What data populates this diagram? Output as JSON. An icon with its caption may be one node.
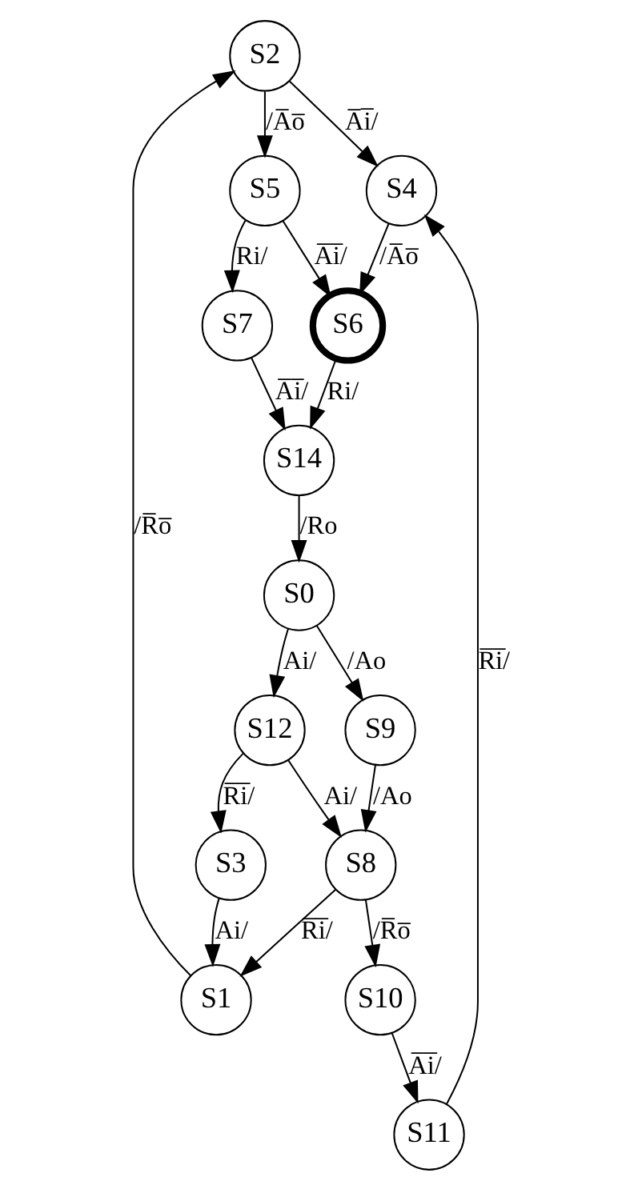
{
  "diagram": {
    "nodes": [
      {
        "text": [
          "S2"
        ]
      },
      {
        "text": [
          "S5"
        ]
      },
      {
        "text": [
          "S4"
        ]
      },
      {
        "text": [
          "S7"
        ]
      },
      {
        "text": [
          "S6"
        ]
      },
      {
        "text": [
          "S11"
        ]
      },
      {
        "text": [
          "S14"
        ]
      },
      {
        "text": [
          "S0"
        ]
      },
      {
        "text": [
          "S12"
        ]
      },
      {
        "text": [
          "S9"
        ]
      },
      {
        "text": [
          "S10"
        ]
      },
      {
        "text": [
          "S3"
        ]
      },
      {
        "text": [
          "S8"
        ]
      },
      {
        "text": [
          "S1"
        ]
      }
    ],
    "edges": [
      {
        "from": 0,
        "to": 1,
        "arrow": "to",
        "label": "/A̅o̅"
      },
      {
        "from": 0,
        "to": 2,
        "arrow": "to",
        "label": "A̅i̅/"
      },
      {
        "from": 1,
        "to": 3,
        "arrow": "to",
        "label": "Ri/"
      },
      {
        "from": 1,
        "to": 4,
        "arrow": "to",
        "label": "A̅i̅/"
      },
      {
        "from": 2,
        "to": 4,
        "arrow": "to",
        "label": "/A̅o̅"
      },
      {
        "from": 3,
        "to": 6,
        "arrow": "to",
        "label": "A̅i̅/"
      },
      {
        "from": 4,
        "to": 6,
        "arrow": "to",
        "label": "Ri/"
      },
      {
        "from": 6,
        "to": 7,
        "arrow": "to",
        "label": "/Ro"
      },
      {
        "from": 7,
        "to": 8,
        "arrow": "to",
        "label": "Ai/"
      },
      {
        "from": 7,
        "to": 9,
        "arrow": "to",
        "label": "/Ao"
      },
      {
        "from": 8,
        "to": 11,
        "arrow": "to",
        "label": "R̅i̅/"
      },
      {
        "from": 8,
        "to": 12,
        "arrow": "to",
        "label": "Ai/"
      },
      {
        "from": 9,
        "to": 12,
        "arrow": "to",
        "label": "/Ao"
      },
      {
        "from": 11,
        "to": 13,
        "arrow": "to",
        "label": "Ai/"
      },
      {
        "from": 12,
        "to": 13,
        "arrow": "to",
        "label": "R̅i̅/"
      },
      {
        "from": 12,
        "to": 10,
        "arrow": "to",
        "label": "/R̅o̅"
      },
      {
        "from": 10,
        "to": 5,
        "arrow": "to",
        "label": "A̅i̅/"
      },
      {
        "from": 5,
        "to": 2,
        "arrow": "to",
        "label": "R̅i̅/"
      },
      {
        "from": 13,
        "to": 0,
        "arrow": "to",
        "label": "/R̅o̅"
      }
    ]
  }
}
